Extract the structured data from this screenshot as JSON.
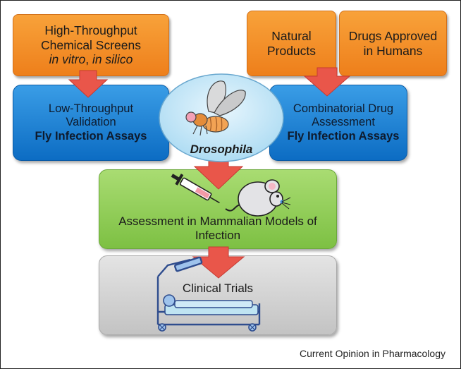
{
  "top_left": {
    "line1": "High-Throughput",
    "line2": "Chemical Screens",
    "line3_a": "in vitro",
    "line3_sep": ", ",
    "line3_b": "in silico"
  },
  "top_mid_right": {
    "line1": "Natural",
    "line2": "Products"
  },
  "top_right": {
    "line1": "Drugs Approved",
    "line2": "in Humans"
  },
  "left_blue": {
    "line1": "Low-Throughput",
    "line2": "Validation",
    "line3": "Fly Infection Assays"
  },
  "right_blue": {
    "line1": "Combinatorial Drug",
    "line2": "Assessment",
    "line3": "Fly Infection Assays"
  },
  "center": {
    "label": "Drosophila"
  },
  "green": {
    "line1": "Assessment in Mammalian Models of",
    "line2": "Infection"
  },
  "gray": {
    "label": "Clinical Trials"
  },
  "footer": "Current Opinion in Pharmacology",
  "colors": {
    "orange": "#f08a28",
    "blue": "#1b7fd3",
    "green": "#8fcb57",
    "gray": "#d3d3d3",
    "arrow": "#e9564a",
    "ellipse": "#c8e8f7"
  },
  "icons": [
    "fly-icon",
    "syringe-icon",
    "mouse-icon",
    "hospital-bed-icon"
  ]
}
